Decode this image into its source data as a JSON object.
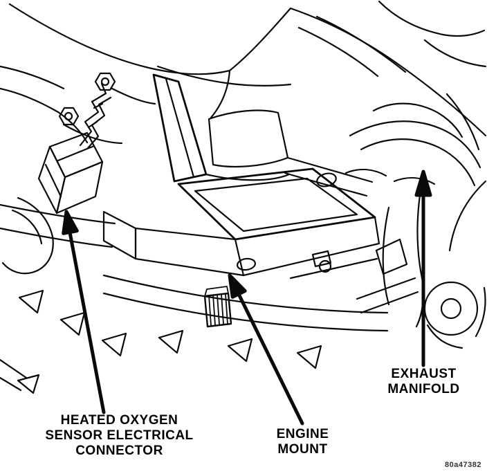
{
  "figure": {
    "code": "80a47382",
    "labels": {
      "connector": "HEATED OXYGEN\nSENSOR ELECTRICAL\nCONNECTOR",
      "engine_mount": "ENGINE\nMOUNT",
      "exhaust_manifold": "EXHAUST\nMANIFOLD"
    },
    "colors": {
      "ink": "#000000",
      "background": "#ffffff"
    }
  }
}
